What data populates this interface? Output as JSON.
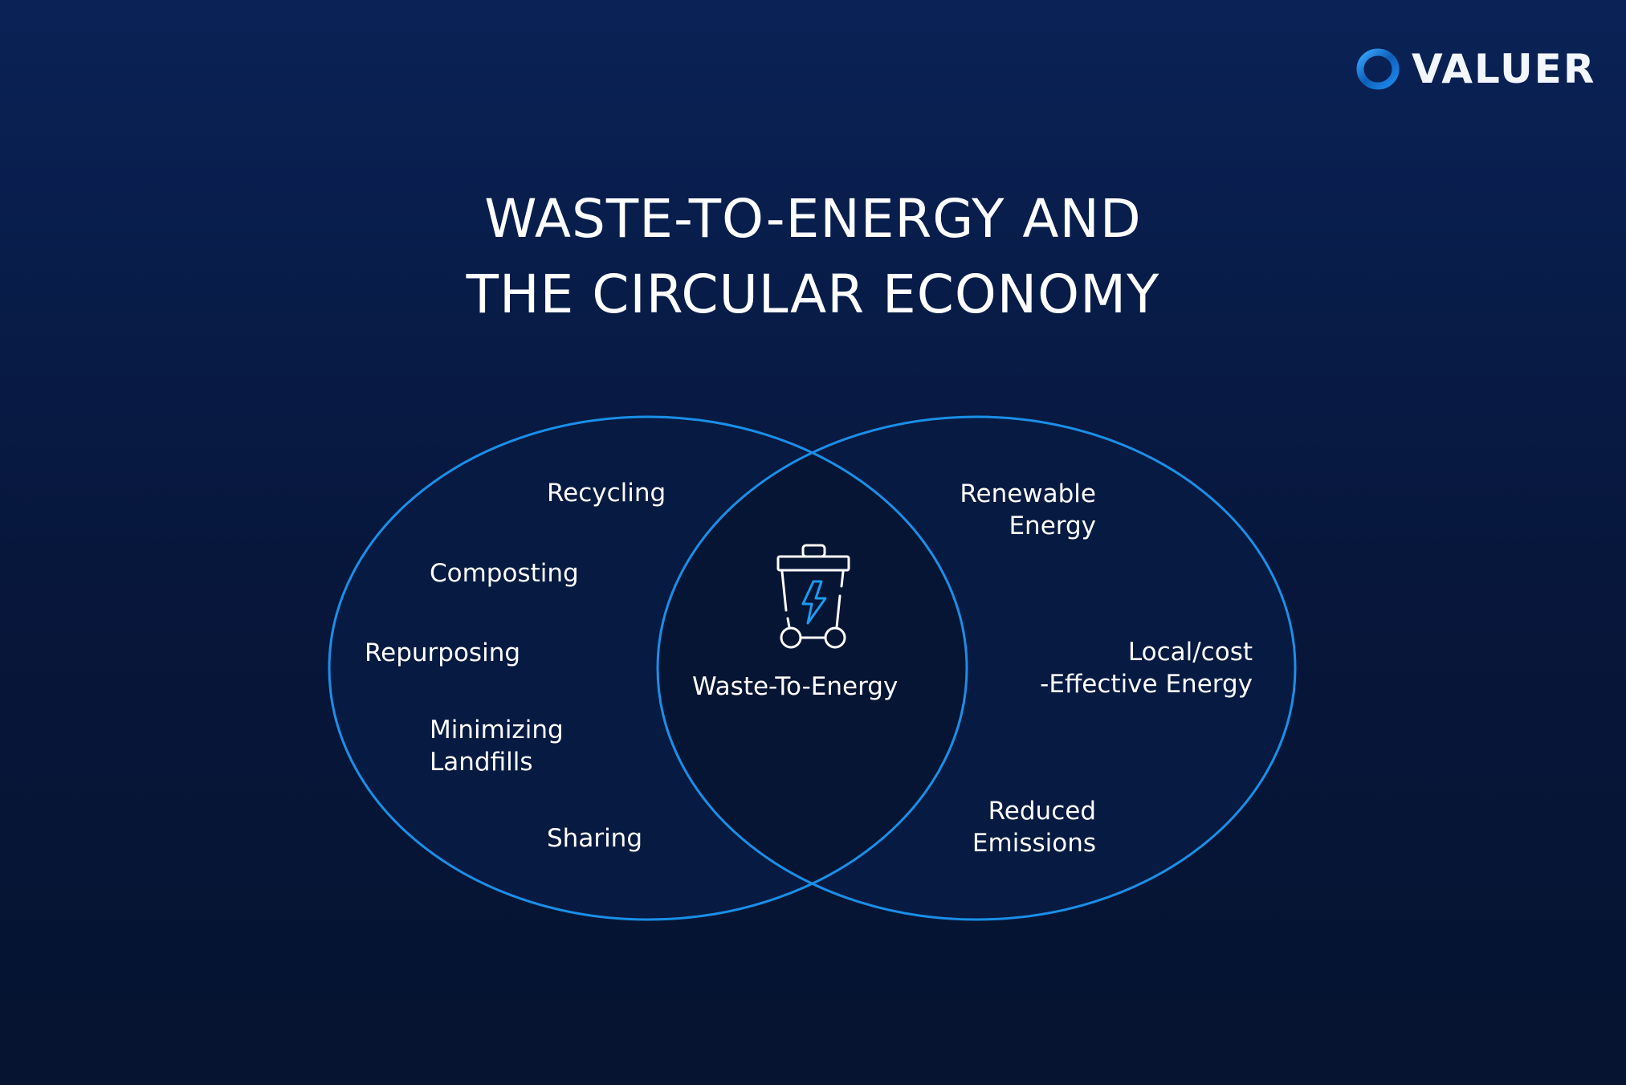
{
  "brand": {
    "logo_text": "VALUER",
    "logo_icon": "ring-logo-icon"
  },
  "title": {
    "line1": "WASTE-TO-ENERGY AND",
    "line2": "THE CIRCULAR ECONOMY"
  },
  "venn": {
    "left_circle": {
      "items": [
        "Recycling",
        "Composting",
        "Repurposing",
        "Minimizing Landfills",
        "Sharing"
      ],
      "minimizing_line1": "Minimizing",
      "minimizing_line2": "Landfills"
    },
    "intersection": {
      "icon": "trash-can-lightning-icon",
      "label": "Waste-To-Energy"
    },
    "right_circle": {
      "renewable_line1": "Renewable",
      "renewable_line2": "Energy",
      "local_line1": "Local/cost",
      "local_line2": "-Effective Energy",
      "reduced_line1": "Reduced",
      "reduced_line2": "Emissions"
    }
  },
  "colors": {
    "background_top": "#0a2256",
    "background_bottom": "#061431",
    "circle_stroke": "#1a8fe8",
    "circle_fill": "#071a42",
    "intersection_fill": "#061534",
    "text": "#ffffff",
    "accent_bolt": "#1a9bf0"
  }
}
